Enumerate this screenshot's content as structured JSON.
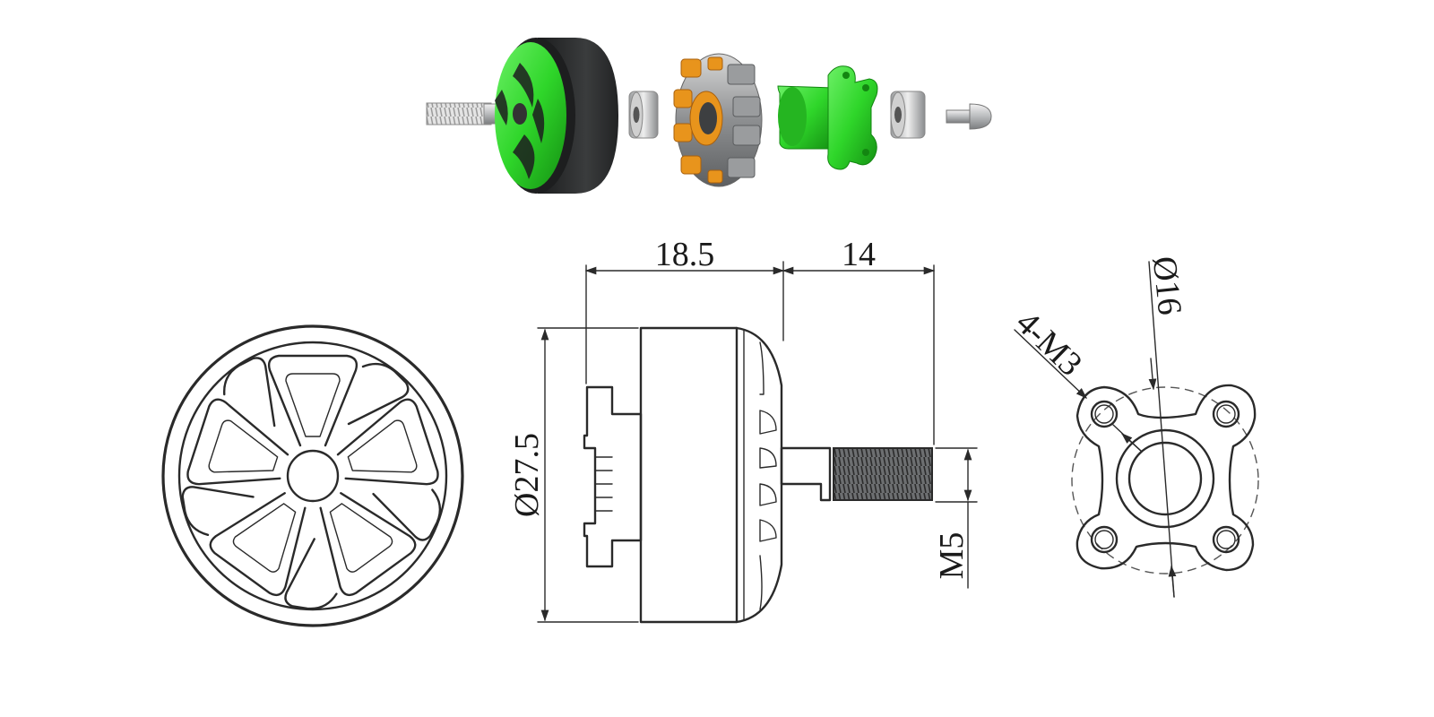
{
  "dimensions": {
    "stator_length": "18.5",
    "shaft_length": "14",
    "bell_diameter": "Ø27.5",
    "shaft_thread": "M5",
    "mount_holes": "4-M3",
    "mount_circle": "Ø16"
  },
  "colors": {
    "rotor_green": "#2fd62a",
    "bell_dark": "#2b2d2e",
    "winding_copper": "#e8941c",
    "steel_grey": "#c9cbcd",
    "line": "#2a2a2a"
  }
}
